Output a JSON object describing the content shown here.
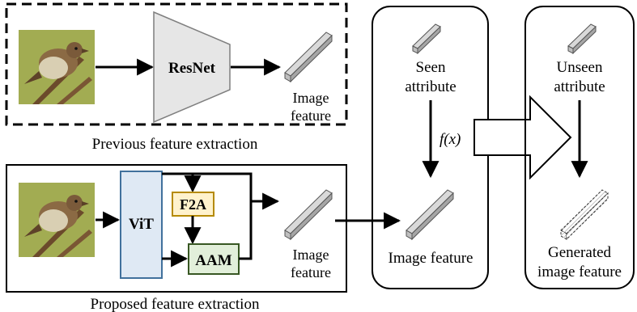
{
  "previous": {
    "caption": "Previous feature extraction",
    "backbone_label": "ResNet",
    "feature_label_line1": "Image",
    "feature_label_line2": "feature"
  },
  "proposed": {
    "caption": "Proposed feature extraction",
    "backbone_label": "ViT",
    "f2a_label": "F2A",
    "aam_label": "AAM",
    "feature_label_line1": "Image",
    "feature_label_line2": "feature"
  },
  "seen_panel": {
    "attribute_line1": "Seen",
    "attribute_line2": "attribute",
    "function_label": "f(x)",
    "feature_label": "Image feature"
  },
  "unseen_panel": {
    "attribute_line1": "Unseen",
    "attribute_line2": "attribute",
    "feature_line1": "Generated",
    "feature_line2": "image feature"
  },
  "colors": {
    "vit_fill": "#dfe9f4",
    "vit_stroke": "#41719c",
    "f2a_fill": "#fff2cc",
    "f2a_stroke": "#b58a00",
    "aam_fill": "#e2efda",
    "aam_stroke": "#385723",
    "resnet_fill": "#e6e6e6",
    "resnet_stroke": "#7f7f7f"
  }
}
